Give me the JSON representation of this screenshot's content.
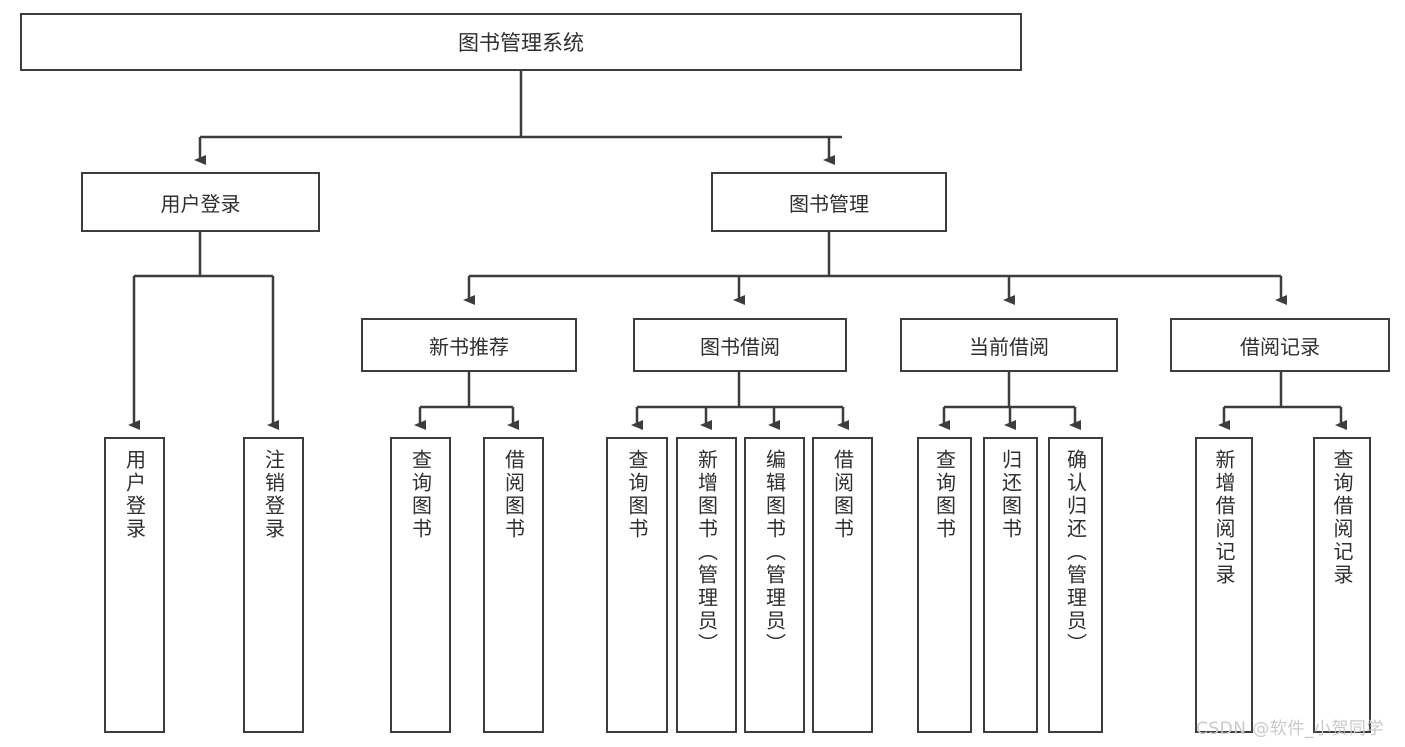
{
  "diagram": {
    "title": "图书管理系统",
    "type": "tree-structure-chart",
    "line_color": "#3d3d3d",
    "box_fill": "#ffffff",
    "text_color": "#2f2f2f",
    "background": "#ffffff"
  },
  "root": {
    "label": "图书管理系统"
  },
  "level1": [
    {
      "label": "用户登录"
    },
    {
      "label": "图书管理"
    }
  ],
  "level2": [
    {
      "label": "新书推荐"
    },
    {
      "label": "图书借阅"
    },
    {
      "label": "当前借阅"
    },
    {
      "label": "借阅记录"
    }
  ],
  "leaves": {
    "user_login": [
      {
        "label": "用户登录"
      },
      {
        "label": "注销登录"
      }
    ],
    "new_book": [
      {
        "label": "查询图书"
      },
      {
        "label": "借阅图书"
      }
    ],
    "borrow_book": [
      {
        "label": "查询图书"
      },
      {
        "label": "新增图书（管理员）"
      },
      {
        "label": "编辑图书（管理员）"
      },
      {
        "label": "借阅图书"
      }
    ],
    "current_borrow": [
      {
        "label": "查询图书"
      },
      {
        "label": "归还图书"
      },
      {
        "label": "确认归还（管理员）"
      }
    ],
    "borrow_record": [
      {
        "label": "新增借阅记录"
      },
      {
        "label": "查询借阅记录"
      }
    ]
  },
  "watermark": {
    "text": "CSDN @软件_小贺同学"
  }
}
